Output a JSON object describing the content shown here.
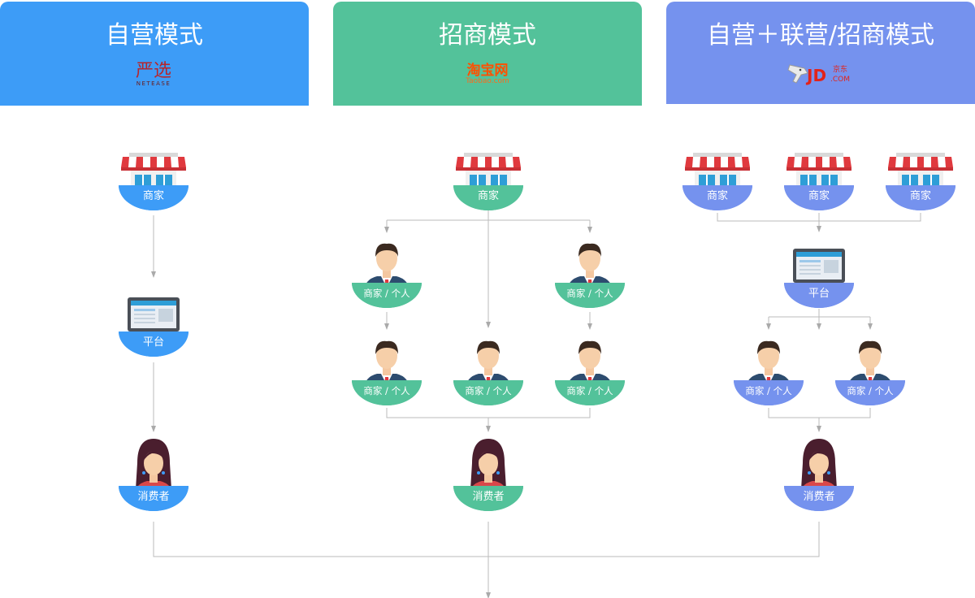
{
  "headers": [
    {
      "title": "自营模式",
      "logo_text": "严选",
      "logo_sub": "NETEASE",
      "color": "#3d9cf7"
    },
    {
      "title": "招商模式",
      "logo_text": "淘宝网",
      "logo_sub": "Taobao.com",
      "color": "#53c29a"
    },
    {
      "title": "自营＋联营/招商模式",
      "logo_text": "JD",
      "logo_text2": "京东",
      "logo_sub": ".COM",
      "color": "#7592ee"
    }
  ],
  "labels": {
    "merchant": "商家",
    "platform": "平台",
    "merchant_individual": "商家 / 个人",
    "consumer": "消费者"
  },
  "colors": {
    "blue": "#3d9cf7",
    "green": "#53c29a",
    "purple": "#7592ee",
    "line": "#bbbbbb",
    "awning_red": "#e0393e"
  }
}
